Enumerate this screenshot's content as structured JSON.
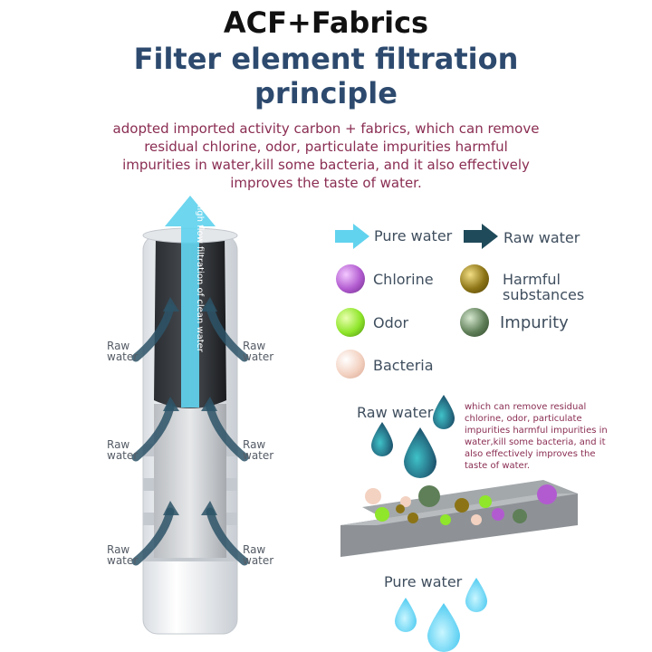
{
  "header": {
    "title": "ACF+Fabrics",
    "subtitle_line1": "Filter element filtration",
    "subtitle_line2": "principle",
    "description": "adopted imported activity carbon + fabrics, which can remove residual chlorine, odor, particulate impurities harmful impurities in water,kill some bacteria, and it also effectively improves the taste of water."
  },
  "filter": {
    "flow_text": "High flow filtration of clean water",
    "raw_labels": [
      "Raw water",
      "Raw water",
      "Raw water",
      "Raw water",
      "Raw water",
      "Raw water"
    ]
  },
  "legend": {
    "pure_water": "Pure water",
    "raw_water": "Raw water",
    "chlorine": "Chlorine",
    "harmful": "Harmful substances",
    "odor": "Odor",
    "impurity": "Impurity",
    "bacteria": "Bacteria"
  },
  "diagram": {
    "raw_water_label": "Raw water",
    "pure_water_label": "Pure water",
    "note": "which can remove residual chlorine, odor, particulate impurities harmful impurities in water,kill some bacteria, and it also effectively improves the taste of water."
  },
  "colors": {
    "title": "#111111",
    "subtitle": "#2d4a6e",
    "description": "#8a2d52",
    "pure_water_arrow": "#62d3ee",
    "raw_water_arrow": "#1f4a5a",
    "chlorine": "#b25bd0",
    "harmful": "#8c7416",
    "odor": "#8fe62b",
    "impurity": "#5f7f58",
    "bacteria": "#f3d2c2",
    "filter_dark": "#1c1f24",
    "pure_drop": "#4cd0f0",
    "raw_drop": "#1e5d7a"
  }
}
